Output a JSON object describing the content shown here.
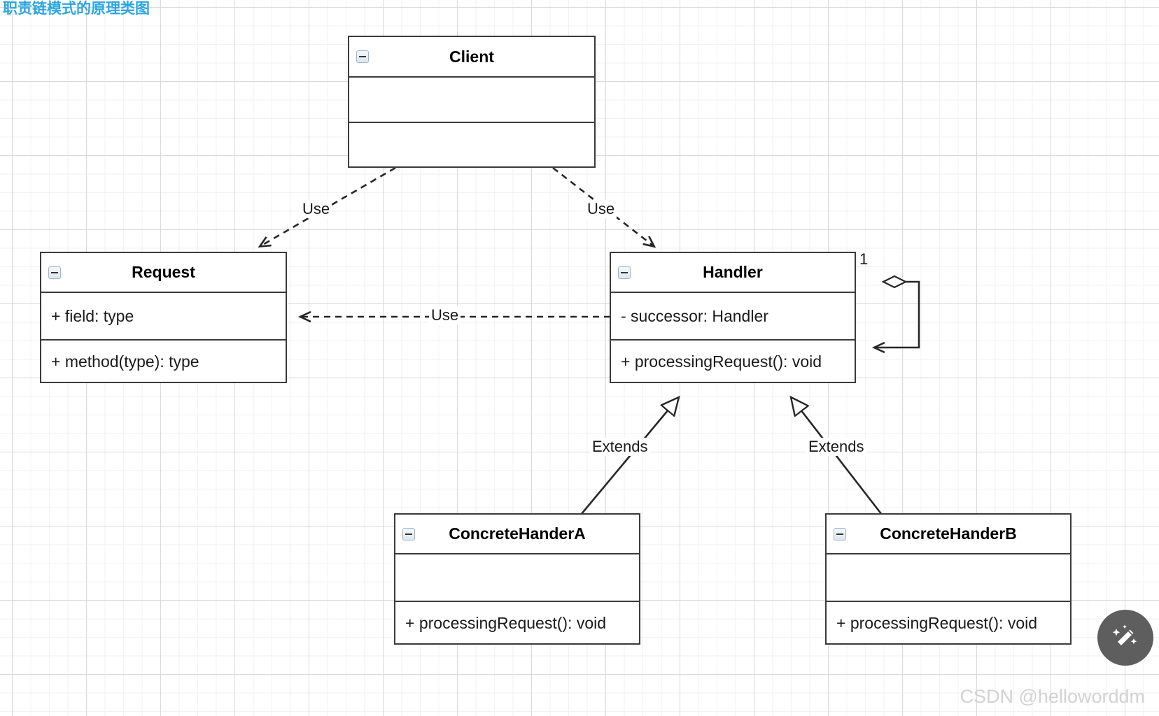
{
  "title": "职责链模式的原理类图",
  "accent_color": "#2ca6e0",
  "classes": [
    {
      "id": "client",
      "name": "Client",
      "collapse_icon": "minus-icon",
      "attributes": [
        ""
      ],
      "operations": [
        ""
      ]
    },
    {
      "id": "request",
      "name": "Request",
      "collapse_icon": "minus-icon",
      "attributes": [
        "+ field: type"
      ],
      "operations": [
        "+ method(type): type"
      ]
    },
    {
      "id": "handler",
      "name": "Handler",
      "collapse_icon": "minus-icon",
      "attributes": [
        "- successor: Handler"
      ],
      "operations": [
        "+ processingRequest(): void"
      ]
    },
    {
      "id": "concrete_a",
      "name": "ConcreteHanderA",
      "collapse_icon": "minus-icon",
      "attributes": [
        ""
      ],
      "operations": [
        "+ processingRequest(): void"
      ]
    },
    {
      "id": "concrete_b",
      "name": "ConcreteHanderB",
      "collapse_icon": "minus-icon",
      "attributes": [
        ""
      ],
      "operations": [
        "+ processingRequest(): void"
      ]
    }
  ],
  "relationships": [
    {
      "id": "client_request",
      "label": "Use",
      "kind": "dependency"
    },
    {
      "id": "client_handler",
      "label": "Use",
      "kind": "dependency"
    },
    {
      "id": "handler_request",
      "label": "Use",
      "kind": "dependency"
    },
    {
      "id": "handler_self",
      "label": "1",
      "kind": "aggregation"
    },
    {
      "id": "a_extends_handler",
      "label": "Extends",
      "kind": "generalization"
    },
    {
      "id": "b_extends_handler",
      "label": "Extends",
      "kind": "generalization"
    }
  ],
  "watermark": "CSDN @helloworddm",
  "fab": {
    "icon": "magic-wand-icon",
    "color": "#5e5e5e"
  }
}
